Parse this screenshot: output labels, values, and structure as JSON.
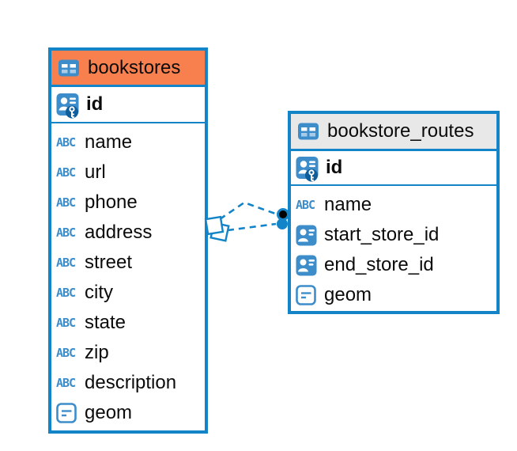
{
  "colors": {
    "table_border": "#1484C8",
    "icon_blue": "#3E8DCB",
    "relation_line": "#1484C8",
    "bookstores_header_bg": "#F8804E",
    "routes_header_bg": "#E8E8E8",
    "pk_key_halo": "#0E5E9C"
  },
  "tables": [
    {
      "title": "bookstores",
      "header_bg": "#F8804E",
      "icon": "table-icon",
      "key_column": {
        "label": "id",
        "icon": "primary-key-icon"
      },
      "columns": [
        {
          "label": "name",
          "icon": "text-type-icon"
        },
        {
          "label": "url",
          "icon": "text-type-icon"
        },
        {
          "label": "phone",
          "icon": "text-type-icon"
        },
        {
          "label": "address",
          "icon": "text-type-icon"
        },
        {
          "label": "street",
          "icon": "text-type-icon"
        },
        {
          "label": "city",
          "icon": "text-type-icon"
        },
        {
          "label": "state",
          "icon": "text-type-icon"
        },
        {
          "label": "zip",
          "icon": "text-type-icon"
        },
        {
          "label": "description",
          "icon": "text-type-icon"
        },
        {
          "label": "geom",
          "icon": "geometry-type-icon"
        }
      ]
    },
    {
      "title": "bookstore_routes",
      "header_bg": "#E8E8E8",
      "icon": "table-icon",
      "key_column": {
        "label": "id",
        "icon": "primary-key-icon"
      },
      "columns": [
        {
          "label": "name",
          "icon": "text-type-icon"
        },
        {
          "label": "start_store_id",
          "icon": "foreign-key-icon"
        },
        {
          "label": "end_store_id",
          "icon": "foreign-key-icon"
        },
        {
          "label": "geom",
          "icon": "geometry-type-icon"
        }
      ]
    }
  ],
  "relations": {
    "style": "dashed",
    "links": [
      {
        "from_table": "bookstores",
        "to_table": "bookstore_routes"
      },
      {
        "from_table": "bookstores",
        "to_table": "bookstore_routes"
      }
    ]
  }
}
